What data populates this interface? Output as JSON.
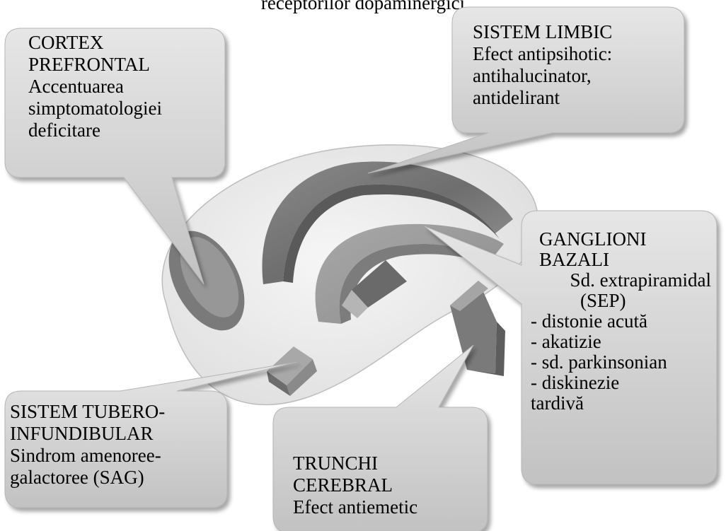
{
  "header": {
    "text": "receptorilor dopaminergici"
  },
  "callouts": {
    "cortex": {
      "title1": "CORTEX",
      "title2": "PREFRONTAL",
      "text1": "Accentuarea",
      "text2": "simptomatologiei",
      "text3": "deficitare"
    },
    "limbic": {
      "title": "SISTEM LIMBIC",
      "text1": "Efect antipsihotic:",
      "text2": "antihalucinator,",
      "text3": "antidelirant"
    },
    "ganglioni": {
      "title1": "GANGLIONI",
      "title2": "BAZALI",
      "text1": "Sd. extrapiramidal",
      "text2": "(SEP)",
      "item1": "- distonie acută",
      "item2": "- akatizie",
      "item3": "- sd. parkinsonian",
      "item4": "- diskinezie",
      "item5": "tardivă"
    },
    "tubero": {
      "title1": "SISTEM TUBERO-",
      "title2": "INFUNDIBULAR",
      "text1": "Sindrom amenoree-",
      "text2": "galactoree (SAG)"
    },
    "trunchi": {
      "title1": "TRUNCHI",
      "title2": "CEREBRAL",
      "text1": "Efect antiemetic"
    }
  }
}
